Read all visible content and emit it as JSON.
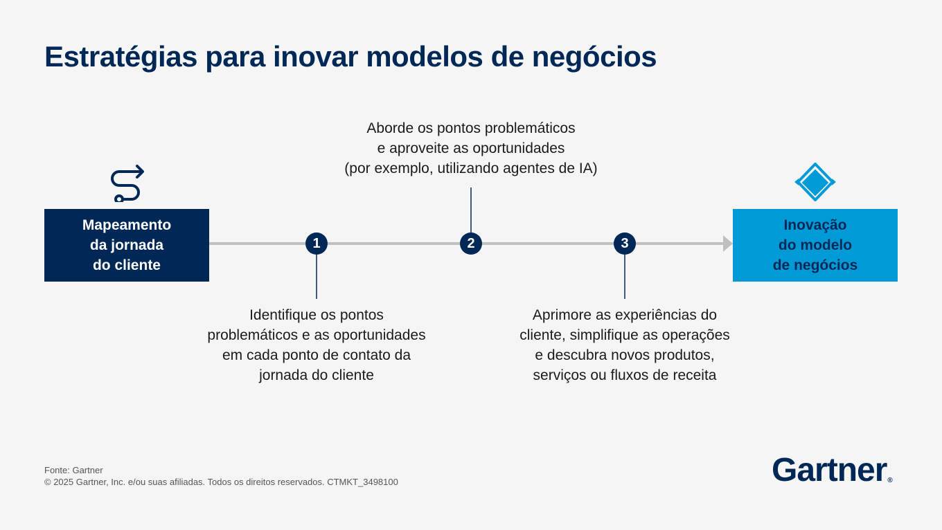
{
  "title": "Estratégias para inovar modelos de negócios",
  "start_box": {
    "label": "Mapeamento\nda jornada\ndo cliente",
    "icon": "route-arrow-icon"
  },
  "end_box": {
    "label": "Inovação\ndo modelo\nde negócios",
    "icon": "diamond-network-icon"
  },
  "steps": [
    {
      "number": "1",
      "text": "Identifique os pontos\nproblemáticos e as oportunidades\nem cada ponto de contato da\njornada do cliente"
    },
    {
      "number": "2",
      "text": "Aborde os pontos problemáticos\ne aproveite as oportunidades\n(por exemplo, utilizando agentes de IA)"
    },
    {
      "number": "3",
      "text": "Aprimore as experiências do\ncliente, simplifique as operações\ne descubra novos produtos,\nserviços ou fluxos de receita"
    }
  ],
  "footer": {
    "source": "Fonte: Gartner",
    "copyright": "© 2025 Gartner, Inc. e/ou suas afiliadas. Todos os direitos reservados. CTMKT_3498100"
  },
  "logo": {
    "text": "Gartner",
    "mark": "®"
  },
  "colors": {
    "navy": "#002856",
    "blue": "#009ad7",
    "line": "#c0c0c0",
    "background": "#f5f5f5"
  }
}
